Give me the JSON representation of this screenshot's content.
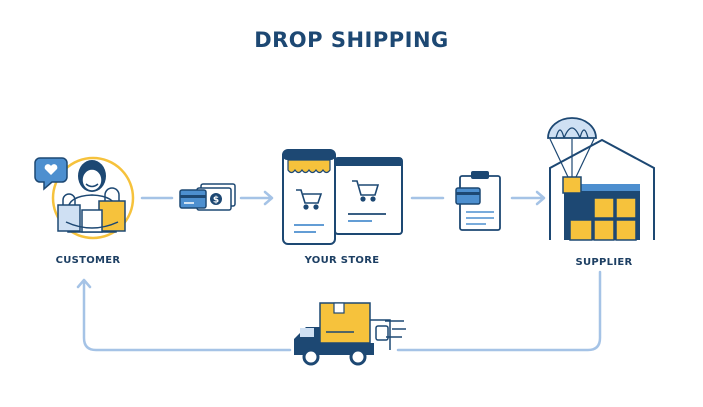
{
  "title": "DROP SHIPPING",
  "labels": {
    "customer": "CUSTOMER",
    "store": "YOUR STORE",
    "supplier": "SUPPLIER"
  },
  "colors": {
    "navy": "#1d4873",
    "blue": "#4d8fcf",
    "light_blue": "#cfe0f3",
    "yellow": "#f6c23c",
    "arrow": "#a5c3e6",
    "dark_text": "#1d3f63"
  }
}
